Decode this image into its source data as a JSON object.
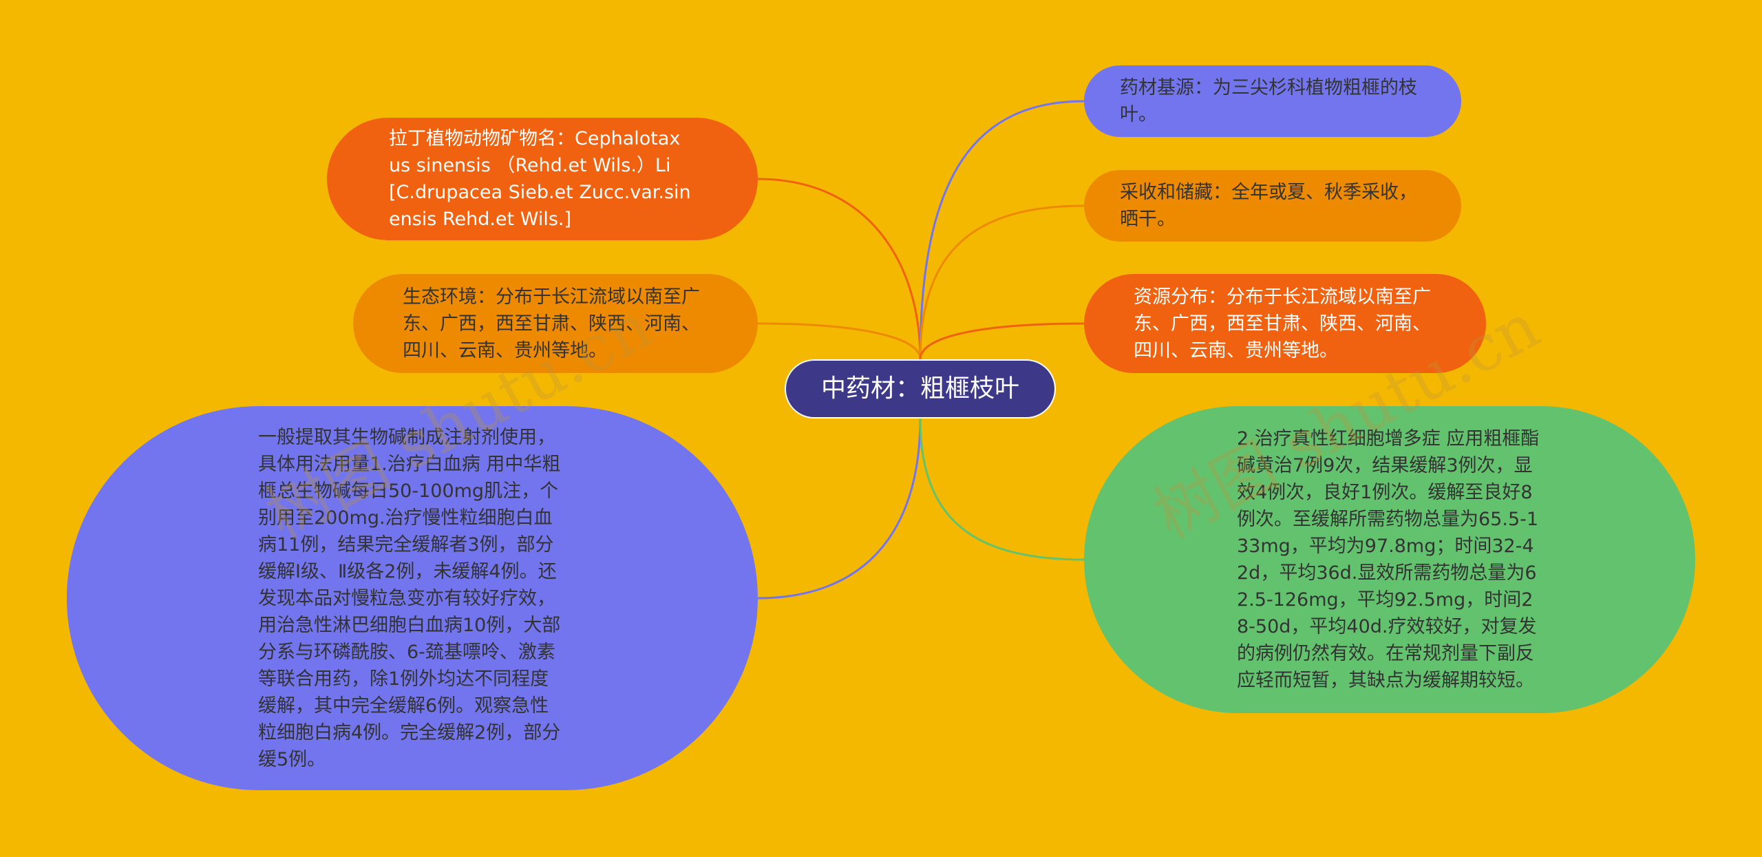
{
  "root": {
    "label": "中药材：粗榧枝叶"
  },
  "left_nodes": {
    "latin": {
      "text": "拉丁植物动物矿物名：Cephalotaxus sinensis （Rehd.et Wils.）Li[C.drupacea Sieb.et Zucc.var.sinensis Rehd.et Wils.]",
      "color": "#F06110"
    },
    "ecology": {
      "text": "生态环境：分布于长江流域以南至广东、广西，西至甘肃、陕西、河南、四川、云南、贵州等地。",
      "color": "#EE8A00"
    },
    "extraction": {
      "text": "一般提取其生物碱制成注射剂使用，具体用法用量1.治疗白血病 用中华粗榧总生物碱每日50-100mg肌注，个别用至200mg.治疗慢性粒细胞白血病11例，结果完全缓解者3例，部分缓解Ⅰ级、Ⅱ级各2例，未缓解4例。还发现本品对慢粒急变亦有较好疗效，用治急性淋巴细胞白血病10例，大部分系与环磷酰胺、6-巯基嘌呤、激素等联合用药，除1例外均达不同程度缓解，其中完全缓解6例。观察急性粒细胞白病4例。完全缓解2例，部分缓5例。",
      "color": "#7275EE"
    }
  },
  "right_nodes": {
    "source": {
      "text": "药材基源：为三尖杉科植物粗榧的枝叶。",
      "color": "#7275EE"
    },
    "harvest": {
      "text": "采收和储藏：全年或夏、秋季采收，晒干。",
      "color": "#EE8A00"
    },
    "distribution": {
      "text": "资源分布：分布于长江流域以南至广东、广西，西至甘肃、陕西、河南、四川、云南、贵州等地。",
      "color": "#F06110"
    },
    "treatment": {
      "text": "2.治疗真性红细胞增多症 应用粗榧酯碱黄治7例9次，结果缓解3例次，显效4例次，良好1例次。缓解至良好8例次。至缓解所需药物总量为65.5-133mg，平均为97.8mg；时间32-42d，平均36d.显效所需药物总量为62.5-126mg，平均92.5mg，时间28-50d，平均40d.疗效较好，对复发的病例仍然有效。在常规剂量下副反应轻而短暂，其缺点为缓解期较短。",
      "color": "#63C26E"
    }
  },
  "watermark": {
    "text": "树图 shutu.cn"
  },
  "background_color": "#F5B800",
  "root_color": "#3D3988"
}
